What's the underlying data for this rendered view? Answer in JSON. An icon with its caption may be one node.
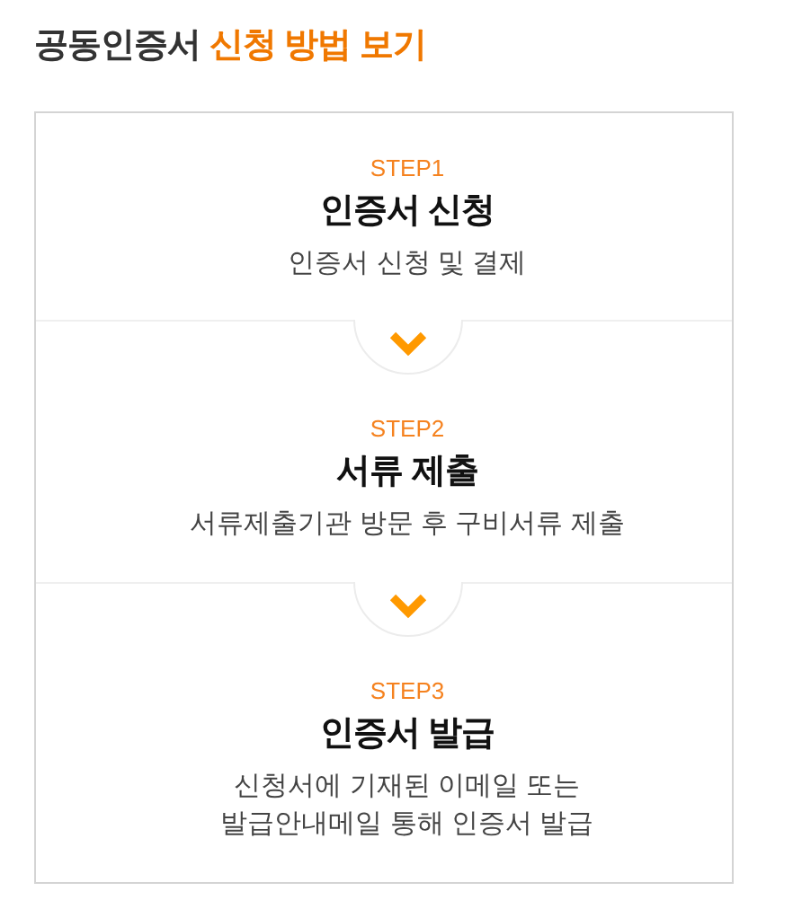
{
  "diagram": {
    "title": "공동인증서 신청 방법 보기",
    "nodes": [
      {
        "text": [],
        "shape": "box"
      },
      {
        "text": [
          "STEP1",
          "인증서 신청",
          "인증서 신청 및 결제"
        ],
        "in": 0
      },
      {
        "text": [
          "STEP2",
          "서류 제출",
          "서류제출기관 방문 후 구비서류 제출"
        ],
        "in": 0
      },
      {
        "text": [
          "STEP3",
          "인증서 발급",
          "신청서에 기재된 이메일 또는 발급안내메일 통해 인증서 발급"
        ],
        "in": 0
      }
    ],
    "edges": [
      {
        "from": 1,
        "to": 2,
        "arrow": "to"
      },
      {
        "from": 2,
        "to": 3,
        "arrow": "to"
      }
    ]
  }
}
